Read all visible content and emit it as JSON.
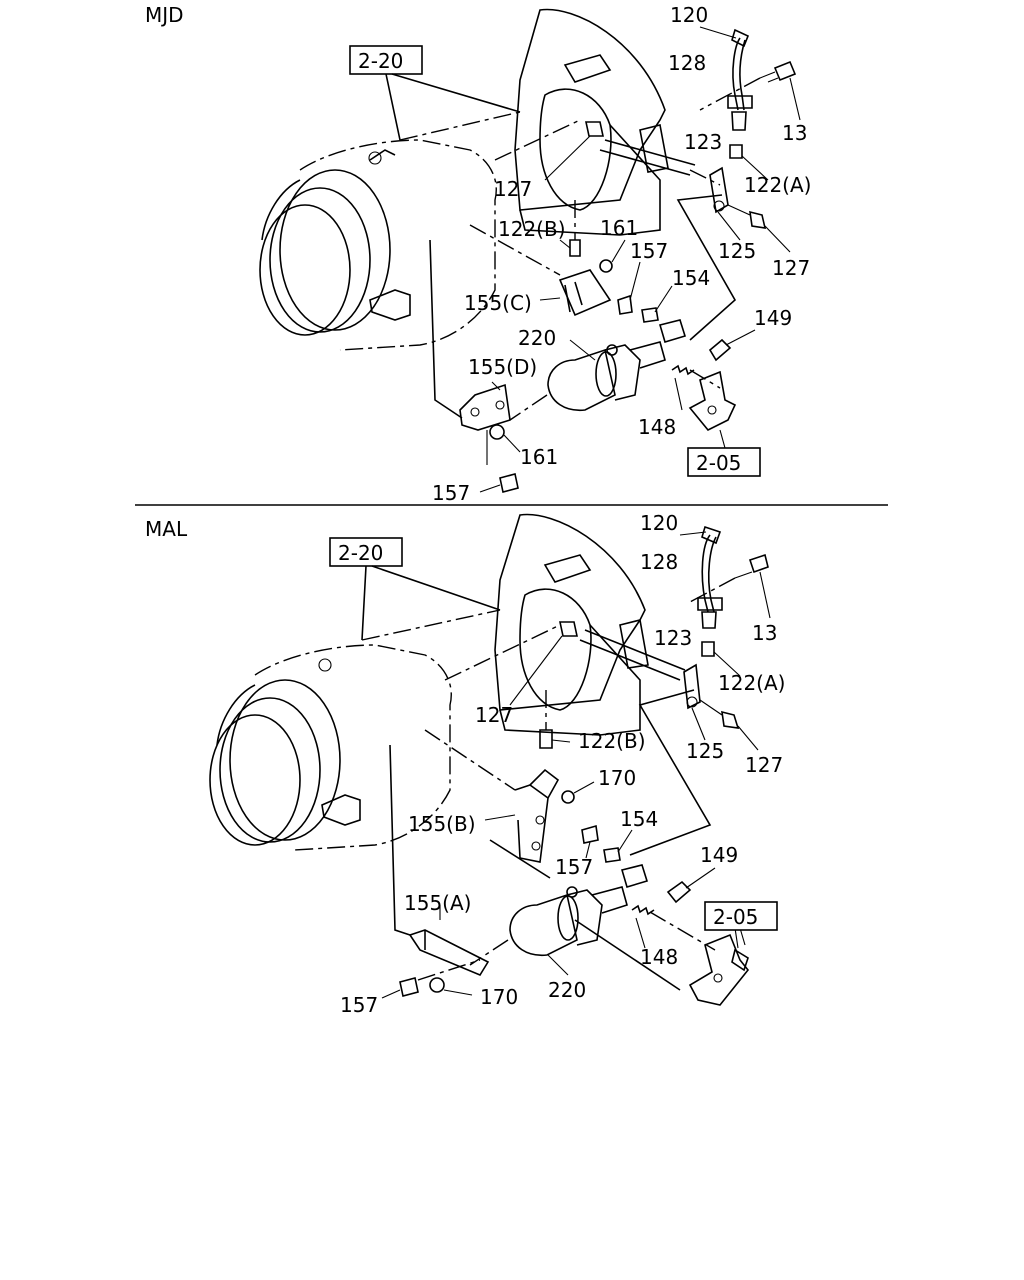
{
  "sections": [
    {
      "id": "mjd",
      "title": "MJD",
      "refs": [
        "2-20",
        "2-05"
      ],
      "labels": [
        "120",
        "128",
        "13",
        "123",
        "122(A)",
        "127",
        "122(B)",
        "161",
        "157",
        "154",
        "155(C)",
        "125",
        "127",
        "220",
        "155(D)",
        "149",
        "148",
        "161",
        "157"
      ]
    },
    {
      "id": "mal",
      "title": "MAL",
      "refs": [
        "2-20",
        "2-05"
      ],
      "labels": [
        "120",
        "128",
        "13",
        "123",
        "122(A)",
        "127",
        "122(B)",
        "125",
        "127",
        "170",
        "154",
        "155(B)",
        "157",
        "149",
        "155(A)",
        "148",
        "157",
        "170",
        "220"
      ]
    }
  ]
}
